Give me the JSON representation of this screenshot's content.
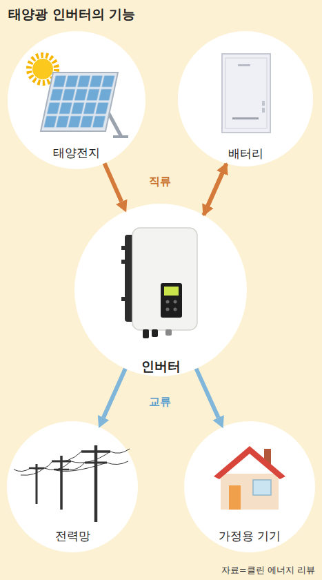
{
  "diagram": {
    "title": "태양광 인버터의 기능",
    "caption": "자료=클린 에너지 리뷰",
    "nodes": [
      {
        "text": [
          "태양전지"
        ]
      },
      {
        "text": [
          "배터리"
        ]
      },
      {
        "text": [
          "인버터"
        ]
      },
      {
        "text": [
          "전력망"
        ]
      },
      {
        "text": [
          "가정용 기기"
        ]
      }
    ],
    "edges": [
      {
        "from": 0,
        "to": 2,
        "arrow": "to"
      },
      {
        "from": 1,
        "to": 2,
        "arrow": "to"
      },
      {
        "from": 2,
        "to": 1,
        "arrow": "to"
      },
      {
        "from": 2,
        "to": 3,
        "arrow": "to"
      },
      {
        "from": 2,
        "to": 4,
        "arrow": "to"
      }
    ],
    "labels": [
      "직류",
      "교류"
    ]
  }
}
